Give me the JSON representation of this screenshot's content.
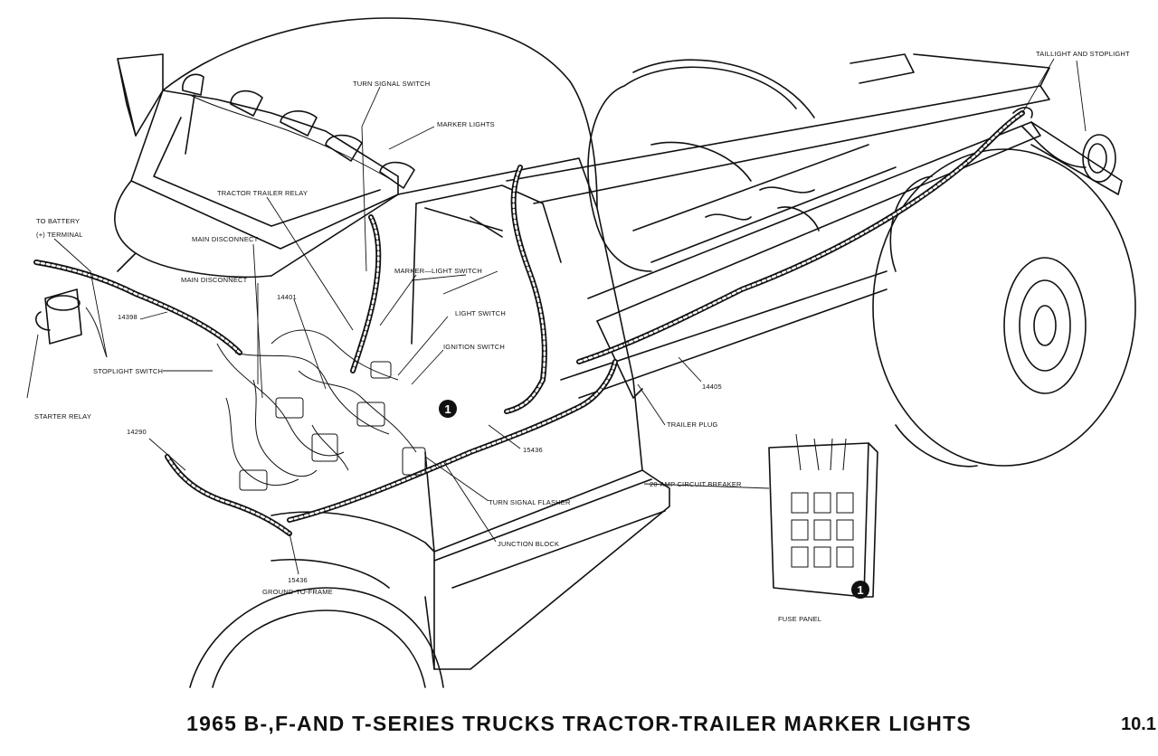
{
  "title": "1965 B-,F-AND T-SERIES TRUCKS TRACTOR-TRAILER MARKER LIGHTS",
  "page_number": "10.1",
  "labels": {
    "taillight": "TAILLIGHT AND STOPLIGHT",
    "turn_signal_switch": "TURN SIGNAL SWITCH",
    "marker_lights": "MARKER LIGHTS",
    "tractor_trailer_relay": "TRACTOR TRAILER RELAY",
    "to_battery_1": "TO BATTERY",
    "to_battery_2": "(+) TERMINAL",
    "main_disconnect_1": "MAIN DISCONNECT",
    "main_disconnect_2": "MAIN DISCONNECT",
    "marker_light_switch": "MARKER—LIGHT SWITCH",
    "part_14401": "14401",
    "part_14398": "14398",
    "light_switch": "LIGHT SWITCH",
    "ignition_switch": "IGNITION SWITCH",
    "stoplight_switch": "STOPLIGHT SWITCH",
    "part_14405": "14405",
    "starter_relay": "STARTER RELAY",
    "callout_1": "1",
    "trailer_plug": "TRAILER PLUG",
    "part_14290": "14290",
    "part_15436_a": "15436",
    "circuit_breaker": "20-AMP CIRCUIT BREAKER",
    "turn_signal_flasher": "TURN SIGNAL FLASHER",
    "junction_block": "JUNCTION BLOCK",
    "part_15436_b": "15436",
    "ground_to_frame": "GROUND-TO-FRAME",
    "callout_2": "1",
    "fuse_panel": "FUSE PANEL"
  }
}
